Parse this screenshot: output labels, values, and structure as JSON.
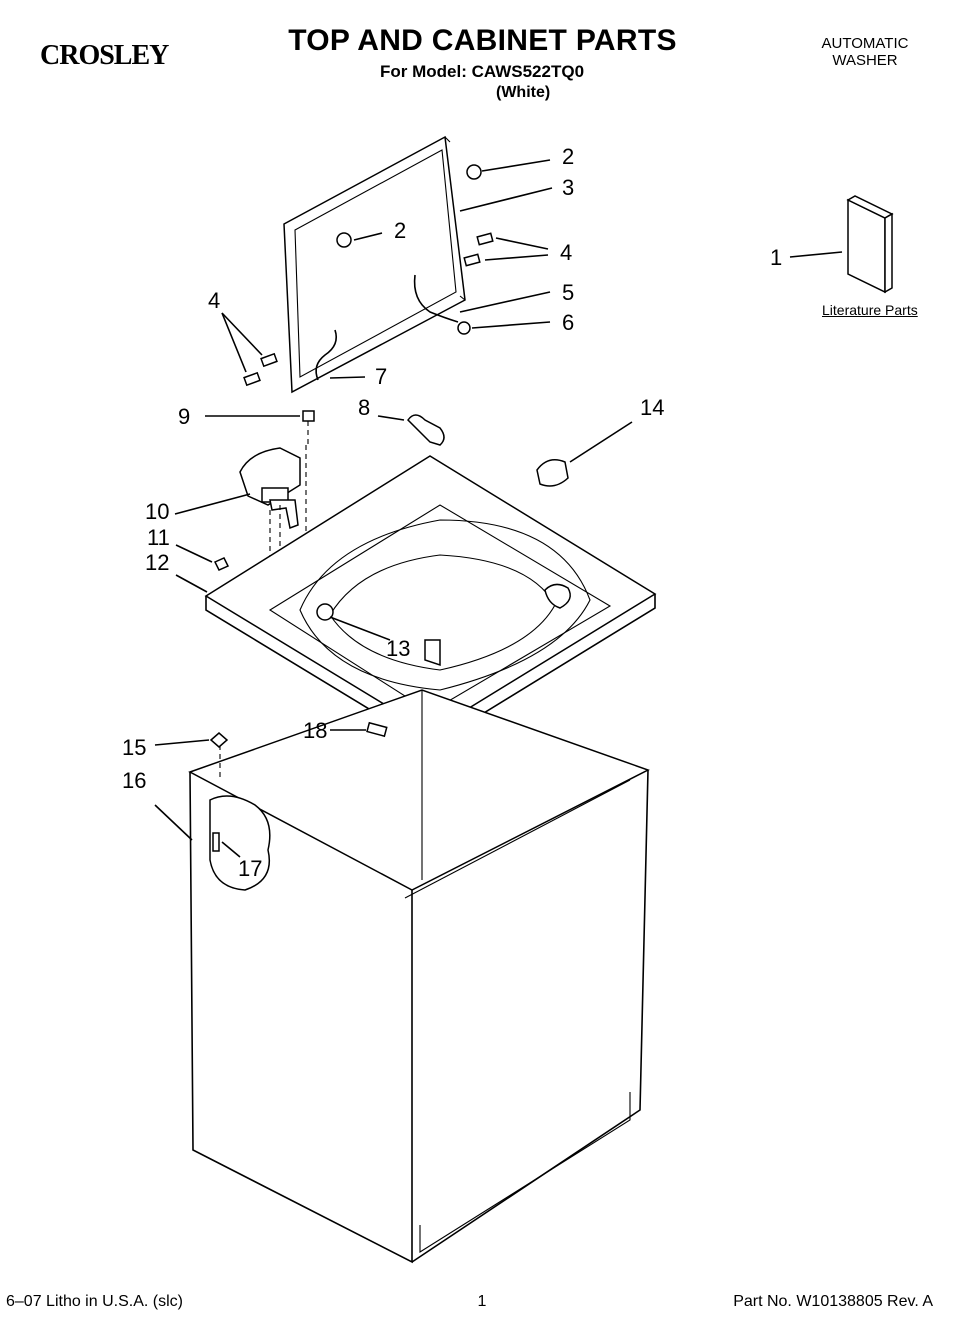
{
  "header": {
    "brand": "CROSLEY",
    "title": "TOP AND CABINET PARTS",
    "model_line": "For Model: CAWS522TQ0",
    "color_line": "(White)",
    "product_line1": "AUTOMATIC",
    "product_line2": "WASHER"
  },
  "literature_label": "Literature Parts",
  "callouts": {
    "c1": "1",
    "c2a": "2",
    "c2b": "2",
    "c3": "3",
    "c4a": "4",
    "c4b": "4",
    "c5": "5",
    "c6": "6",
    "c7": "7",
    "c8": "8",
    "c9": "9",
    "c10": "10",
    "c11": "11",
    "c12": "12",
    "c13": "13",
    "c14": "14",
    "c15": "15",
    "c16": "16",
    "c17": "17",
    "c18": "18"
  },
  "footer": {
    "left": "6–07 Litho in U.S.A. (slc)",
    "page": "1",
    "part_no": "Part No. W10138805 Rev. A"
  }
}
